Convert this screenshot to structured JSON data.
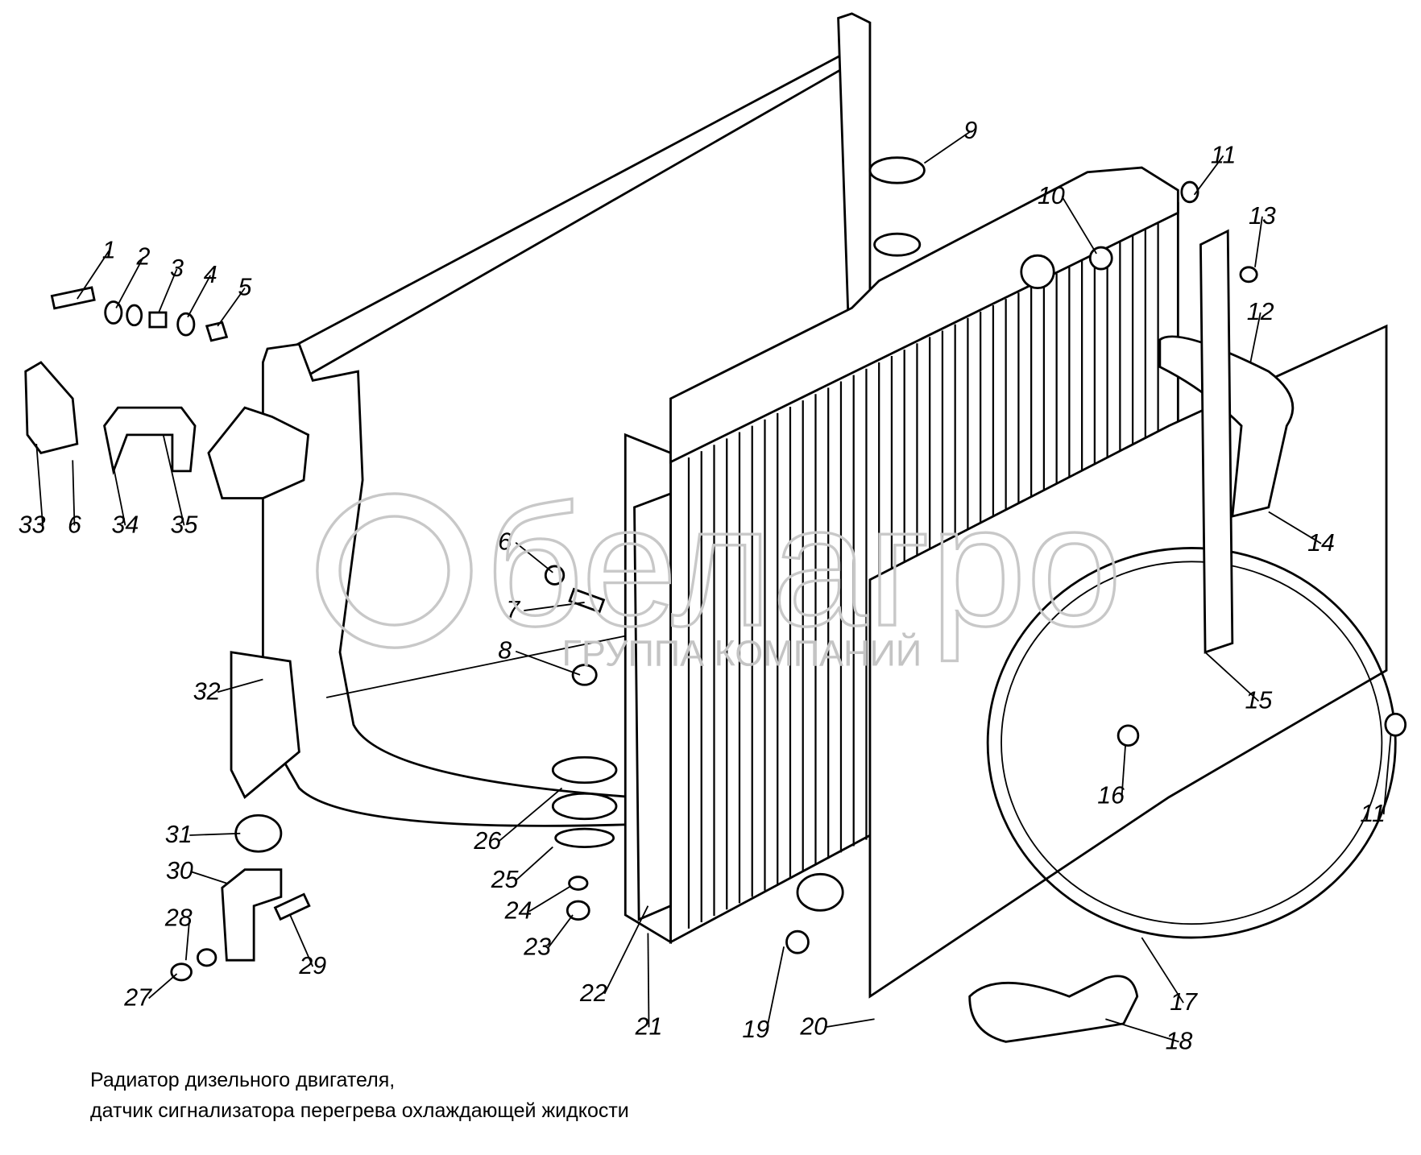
{
  "watermark": {
    "brand": "белагро",
    "subtitle": "ГРУППА КОМПАНИЙ"
  },
  "callouts": [
    "1",
    "2",
    "3",
    "4",
    "5",
    "33",
    "6",
    "34",
    "35",
    "6",
    "7",
    "8",
    "32",
    "31",
    "30",
    "28",
    "29",
    "27",
    "26",
    "25",
    "24",
    "23",
    "22",
    "21",
    "19",
    "20",
    "18",
    "17",
    "16",
    "11",
    "15",
    "14",
    "12",
    "13",
    "11",
    "10",
    "9"
  ],
  "caption": {
    "line1": "Радиатор дизельного двигателя,",
    "line2": "датчик сигнализатора перегрева охлаждающей жидкости"
  }
}
